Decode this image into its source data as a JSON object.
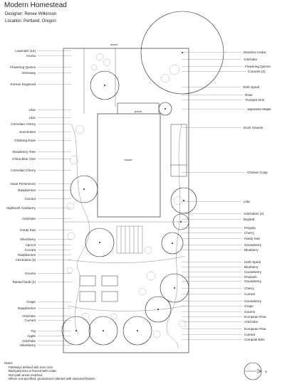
{
  "header": {
    "title": "Modern Homestead",
    "designer": "Designer: Renee Wilkinson",
    "location": "Location: Portland, Oregon"
  },
  "plan_text": {
    "street": "street",
    "porch": "porch",
    "house": "house",
    "north": "N"
  },
  "labels_left": [
    "Lavender (14)",
    "Aronia",
    "Flowering Quince",
    "Driveway",
    "Korean Dogwood",
    "Lilac",
    "Lilac",
    "Cornelian Cherry",
    "Sunchokes",
    "Climbing Rose",
    "Strawberry Tree",
    "China Blue Vine",
    "Cornelian Cherry",
    "Asian Persimmon",
    "Raspberries",
    "Currant",
    "Highbush Cranberry",
    "Artichoke",
    "Hardy Kiwi",
    "Silverberry",
    "Apricot",
    "Currant",
    "Raspberries",
    "Artichokes (3)",
    "Gourmi",
    "Raised beds (4)",
    "Grape",
    "Raspberries",
    "Artichoke",
    "Currant",
    "Fig",
    "Apple",
    "Artichoke",
    "Silverberry"
  ],
  "labels_right": [
    "Deodora Cedar",
    "Artichoke",
    "Flowering Quince",
    "Currants (3)",
    "Herb Spiral",
    "Rose",
    "Trumpet Vine",
    "Japanese Maple",
    "Duck Houses",
    "Chicken Coop",
    "Lilac",
    "Artichokes (4)",
    "Bayleaf",
    "Pergola",
    "Cherry",
    "Hardy Kiwi",
    "Gooseberry",
    "Blueberry",
    "Herb Spiral",
    "Blueberry",
    "Gooseberry",
    "Rhubarb",
    "Gooseberry",
    "Cherry",
    "Currant",
    "Gooseberry",
    "Grape",
    "Gourmi",
    "European Pear",
    "Artichoke",
    "European Pear",
    "Currant",
    "Compost Bins"
  ],
  "notes": [
    "Notes:",
    "Pathways defined with river rock.",
    "Backyard area is fenced with cedar.",
    "Non-path areas mulched.",
    "Where not specified, groundcover planted with seasonal flowers."
  ]
}
